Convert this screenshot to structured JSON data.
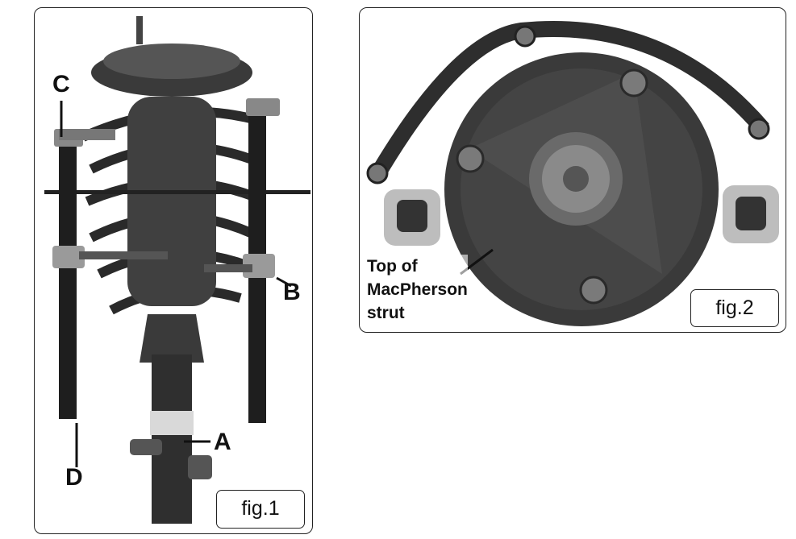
{
  "figure_1": {
    "badge": "fig.1",
    "callouts": {
      "a": "A",
      "b": "B",
      "c": "C",
      "d": "D"
    }
  },
  "figure_2": {
    "badge": "fig.2",
    "caption_lines": [
      "Top of",
      "MacPherson",
      "strut"
    ]
  },
  "colors": {
    "ink": "#111111",
    "photo_dark": "#2e2e2e",
    "photo_mid": "#6a6a6a",
    "photo_light": "#bdbdbd"
  }
}
